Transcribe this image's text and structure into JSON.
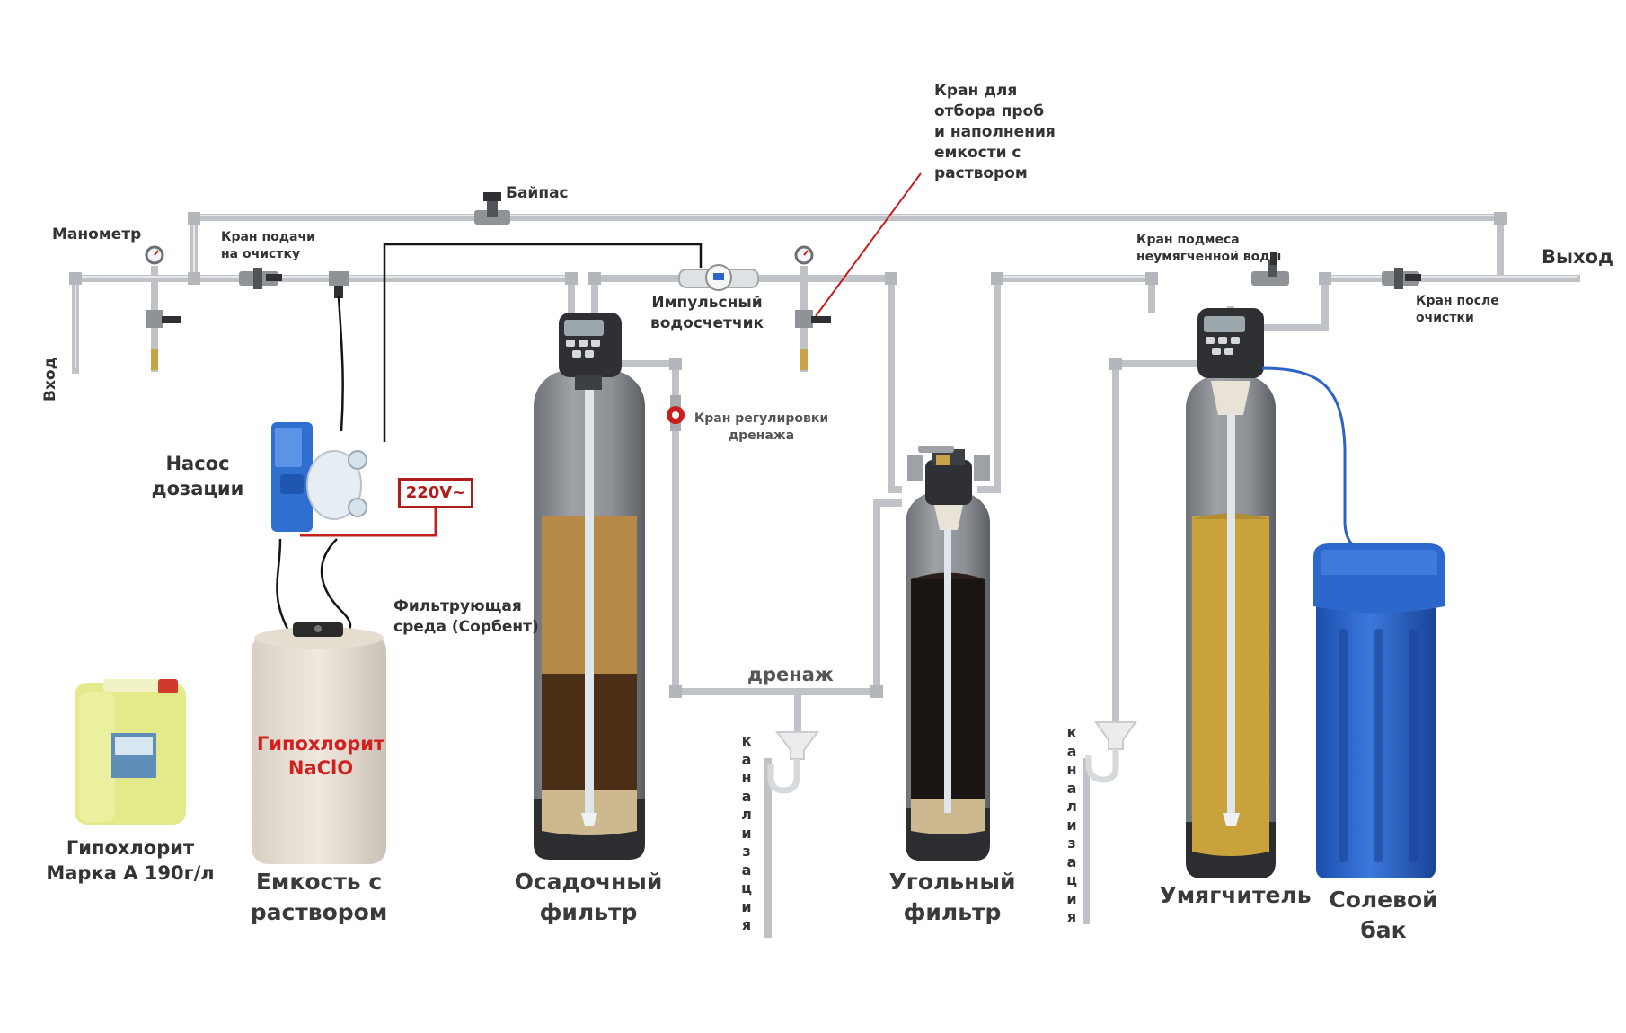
{
  "labels": {
    "bypass": "Байпас",
    "manometer": "Манометр",
    "inlet_valve": "Кран подачи\nна очистку",
    "inlet": "Вход",
    "sample_valve": "Кран для\nотбора проб\nи наполнения\nемкости с\nраствором",
    "mix_valve": "Кран подмеса\nнеумягченной воды",
    "outlet": "Выход",
    "outlet_valve": "Кран после\nочистки",
    "water_meter": "Импульсный\nводосчетчик",
    "drain_valve": "Кран регулировки\nдренажа",
    "dosing_pump": "Насос\nдозации",
    "voltage": "220V~",
    "filter_media": "Фильтрующая\nсреда (Сорбент)",
    "drain": "дренаж",
    "sewer_1": "канализация",
    "sewer_2": "канализация",
    "tank_content": "Гипохлорит\nNaClO",
    "canister": "Гипохлорит\nМарка А 190г/л",
    "solution_tank": "Емкость с\nраствором",
    "sediment_filter": "Осадочный\nфильтр",
    "carbon_filter": "Угольный\nфильтр",
    "softener": "Умягчитель",
    "brine_tank": "Солевой\nбак"
  },
  "colors": {
    "pipe": "#c4c8cc",
    "accent_red": "#c81e1e",
    "brine_blue": "#2a64c8",
    "pump_blue": "#2f6fd0",
    "sediment": "#a67a3a",
    "carbon": "#1a1412",
    "resin": "#c9a23c"
  }
}
